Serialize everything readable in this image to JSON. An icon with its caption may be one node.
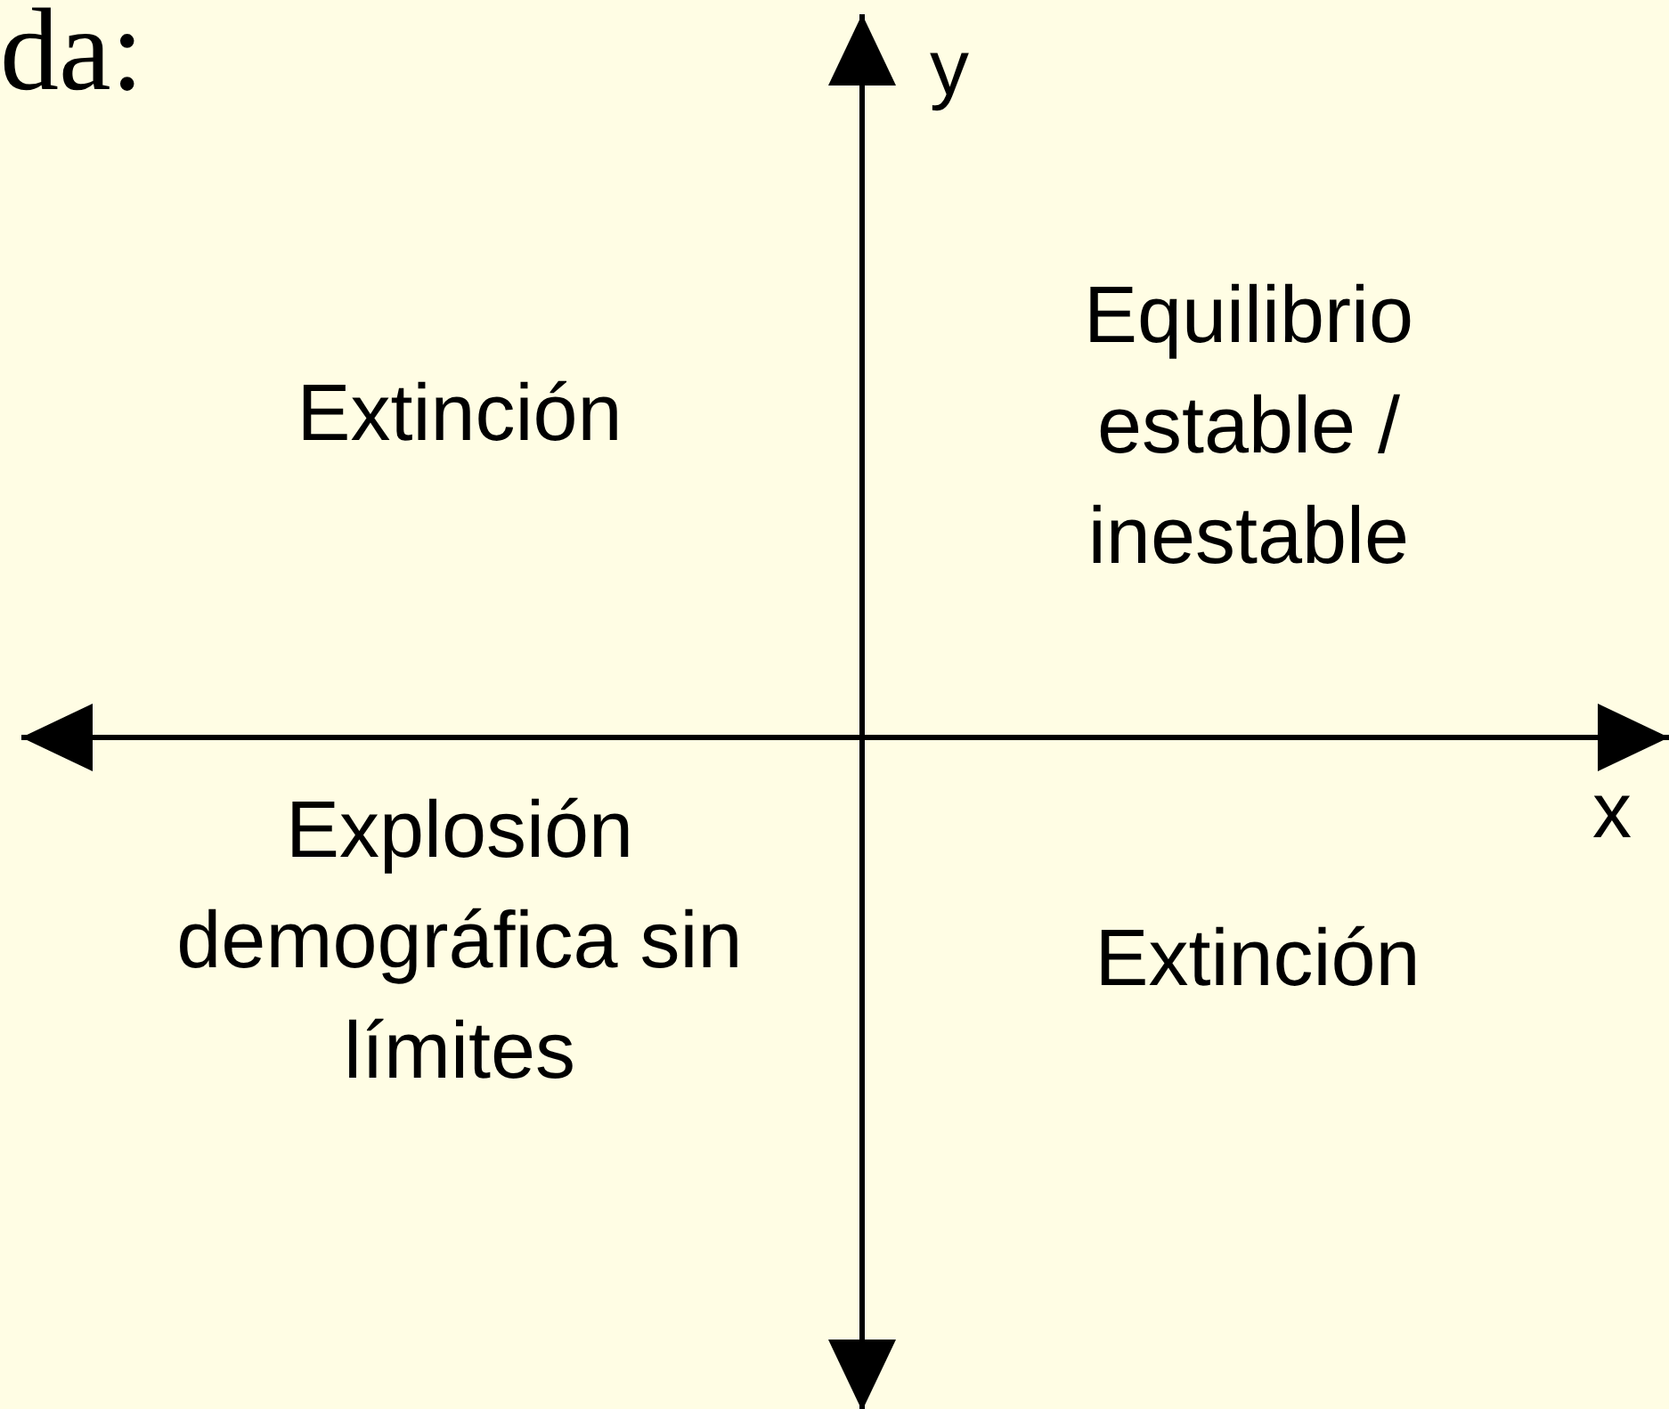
{
  "diagram": {
    "labels": [
      "da:",
      "y",
      "Extinción",
      "Equilibrio estable / inestable",
      "x",
      "Explosión demográfica sin límites",
      "Extinción"
    ]
  }
}
